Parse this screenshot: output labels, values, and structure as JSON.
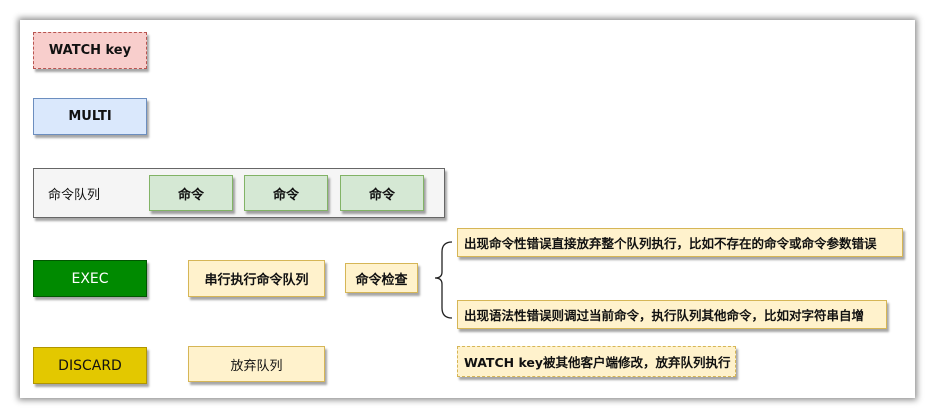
{
  "nodes": {
    "watch_key": "WATCH key",
    "multi": "MULTI",
    "queue_label": "命令队列",
    "queue_cmds": [
      "命令",
      "命令",
      "命令"
    ],
    "exec": "EXEC",
    "serial_exec": "串行执行命令队列",
    "cmd_check": "命令检查",
    "discard": "DISCARD",
    "discard_queue": "放弃队列"
  },
  "notes": {
    "command_error": "出现命令性错误直接放弃整个队列执行，比如不存在的命令或命令参数错误",
    "syntax_error": "出现语法性错误则调过当前命令，执行队列其他命令，比如对字符串自增",
    "watch_modified": "WATCH key被其他客户端修改，放弃队列执行"
  },
  "colors": {
    "watch_fill": "#f8cecc",
    "multi_fill": "#dae8fc",
    "command_fill": "#d5e8d4",
    "exec_fill": "#008a00",
    "note_fill": "#fff2cc",
    "discard_fill": "#e3c800"
  }
}
